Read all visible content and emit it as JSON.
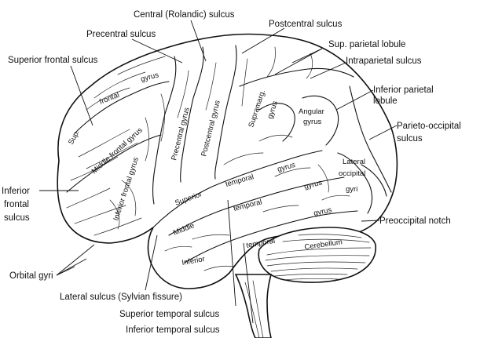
{
  "labels": {
    "central_sulcus": "Central (Rolandic) sulcus",
    "postcentral_sulcus": "Postcentral sulcus",
    "precentral_sulcus": "Precentral sulcus",
    "sup_parietal_lobule": "Sup. parietal lobule",
    "superior_frontal_sulcus": "Superior frontal sulcus",
    "intraparietal_sulcus": "Intraparietal sulcus",
    "inferior_parietal_lobule_1": "Inferior parietal",
    "inferior_parietal_lobule_2": "lobule",
    "parieto_occipital_sulcus_1": "Parieto-occipital",
    "parieto_occipital_sulcus_2": "sulcus",
    "inferior_frontal_sulcus_1": "Inferior",
    "inferior_frontal_sulcus_2": "frontal",
    "inferior_frontal_sulcus_3": "sulcus",
    "preoccipital_notch": "Preoccipital notch",
    "orbital_gyri": "Orbital gyri",
    "lateral_sulcus": "Lateral sulcus (Sylvian fissure)",
    "superior_temporal_sulcus": "Superior temporal sulcus",
    "inferior_temporal_sulcus": "Inferior temporal sulcus"
  },
  "inline": {
    "sup": "Sup.",
    "frontal": "frontal",
    "gyrus_top": "gyrus",
    "middle_frontal_gyrus": "Middle frontal gyrus",
    "inferior_frontal_gyrus": "Inferior frontal gyrus",
    "precentral_gyrus": "Precentral gyrus",
    "postcentral_gyrus": "Postcentral gyrus",
    "supramarg": "Supramarg.",
    "supramarg_gyrus": "gyrus",
    "angular": "Angular",
    "angular_gyrus": "gyrus",
    "lateral": "Lateral",
    "occipital": "occipital",
    "gyri": "gyri",
    "superior": "Superior",
    "temporal_1": "temporal",
    "gyrus_st": "gyrus",
    "middle": "Middle",
    "temporal_2": "temporal",
    "gyrus_mt": "gyrus",
    "gyrus_mt2": "gyrus",
    "inferior": "Inferior",
    "temporal_3": "temporal",
    "cerebellum": "Cerebellum"
  }
}
